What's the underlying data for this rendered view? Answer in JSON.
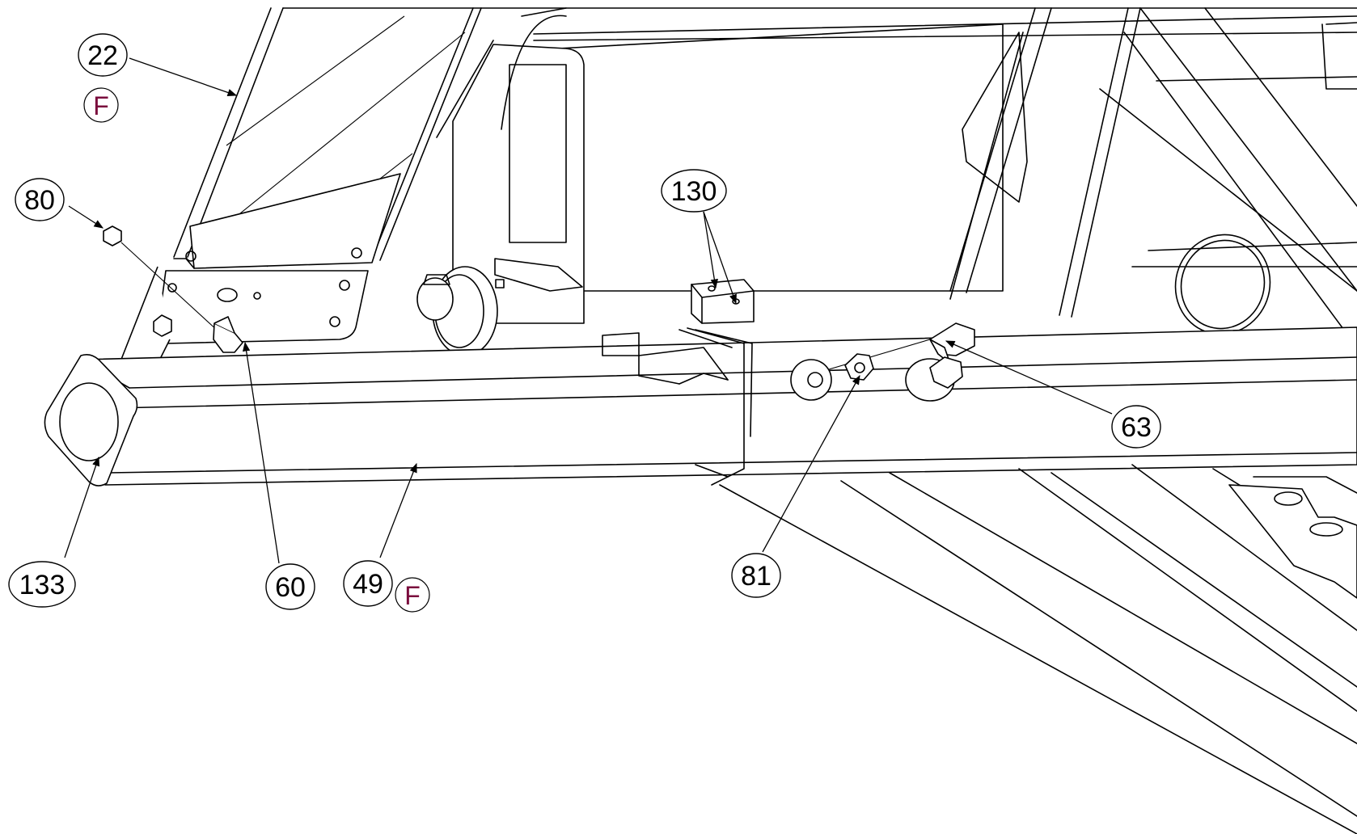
{
  "flag_color": "#7a0a3c",
  "callouts": {
    "c22": "22",
    "c80": "80",
    "c130": "130",
    "c63": "63",
    "c133": "133",
    "c60": "60",
    "c49": "49",
    "c81": "81"
  },
  "flags": {
    "f22": "F",
    "f49": "F"
  }
}
